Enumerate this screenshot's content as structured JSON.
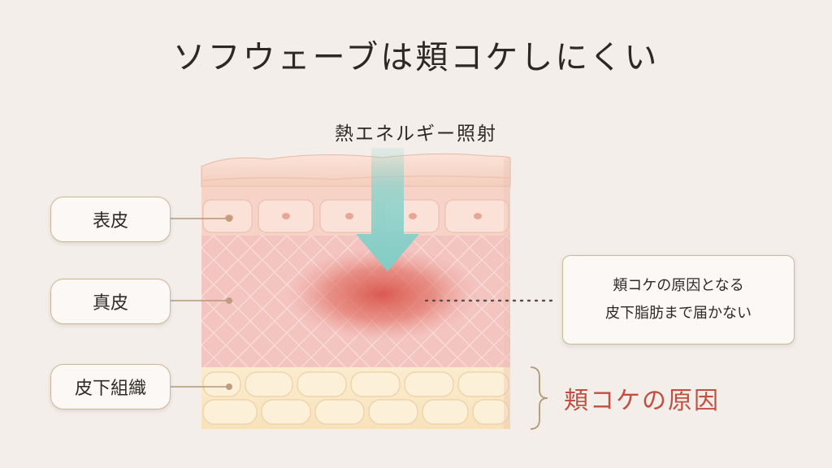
{
  "title": "ソフウェーブは頬コケしにくい",
  "heat_label": "熱エネルギー照射",
  "layers": [
    {
      "label": "表皮"
    },
    {
      "label": "真皮"
    },
    {
      "label": "皮下組織"
    }
  ],
  "note": {
    "line1": "頬コケの原因となる",
    "line2": "皮下脂肪まで届かない"
  },
  "cause_label": "頬コケの原因",
  "colors": {
    "background": "#f3eeea",
    "arrow": "#8fd3cc",
    "heat_spot": "#d9544a",
    "cause_text": "#c24f42",
    "border_gold": "#cdb79b"
  }
}
